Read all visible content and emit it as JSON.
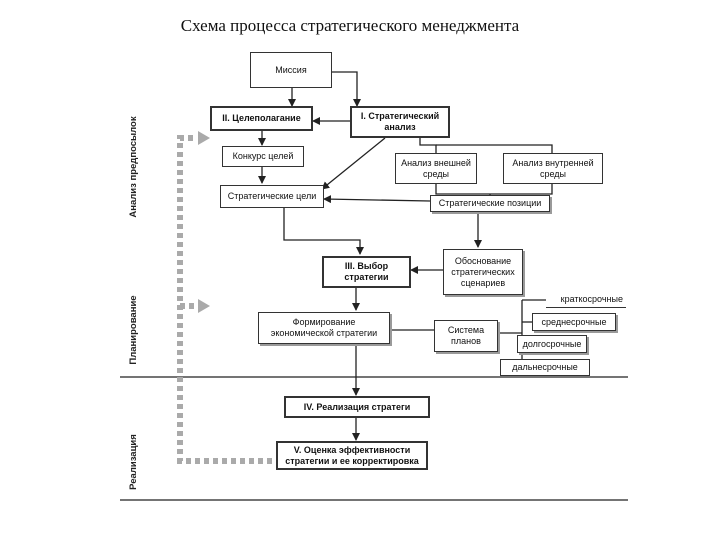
{
  "title": "Схема процесса стратегического менеджмента",
  "sections": {
    "premises": "Анализ предпосылок",
    "planning": "Планирование",
    "implementation": "Реализация"
  },
  "boxes": {
    "mission": "Миссия",
    "goal_setting": "II. Целеполагание",
    "strategic_analysis": "I. Стратегический анализ",
    "goal_contest": "Конкурс целей",
    "external_env": "Анализ внешней среды",
    "internal_env": "Анализ внутренней среды",
    "strategic_goals": "Стратегические цели",
    "strategic_positions": "Стратегические позиции",
    "scenario_rationale": "Обоснование стратегических сценариев",
    "strategy_choice": "III. Выбор стратегии",
    "short_term": "краткосрочные",
    "formation": "Формирование экономической стратегии",
    "plan_system": "Система планов",
    "mid_term": "среднесрочные",
    "long_term": "долгосрочные",
    "far_term": "дальнесрочные",
    "implementation": "IV. Реализация стратеги",
    "evaluation": "V. Оценка эффективности стратегии и ее корректировка"
  }
}
